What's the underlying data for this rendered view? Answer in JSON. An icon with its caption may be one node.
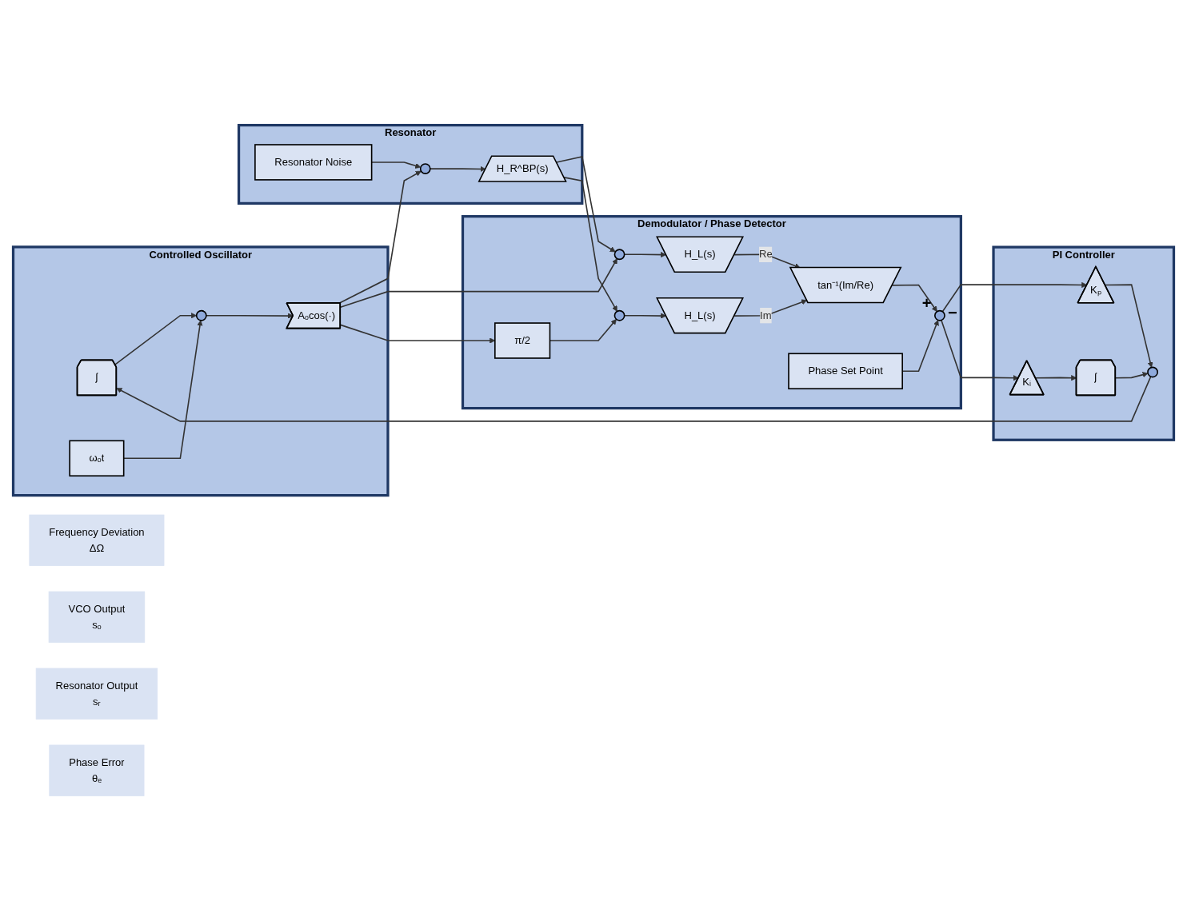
{
  "diagram": {
    "nodes": [
      {
        "text": [
          "Frequency Deviation",
          "ΔΩ"
        ]
      },
      {
        "text": [
          "Controlled Oscillator"
        ]
      },
      {
        "text": [
          "∫"
        ],
        "in": 1
      },
      {
        "text": [],
        "shape": "circle",
        "in": 1
      },
      {
        "text": [
          "Aₒcos(·)"
        ],
        "in": 1
      },
      {
        "text": [
          "ωₒt"
        ],
        "in": 1
      },
      {
        "text": [
          "VCO Output",
          "sₒ"
        ]
      },
      {
        "text": [
          "Resonator"
        ]
      },
      {
        "text": [],
        "shape": "circle",
        "in": 7
      },
      {
        "text": [
          "Resonator Noise"
        ],
        "in": 7
      },
      {
        "text": [
          "H_R^BP(s)"
        ],
        "in": 7
      },
      {
        "text": [
          "Resonator Output",
          "sᵣ"
        ]
      },
      {
        "text": [
          "Demodulator / Phase Detector"
        ]
      },
      {
        "text": [],
        "shape": "circle",
        "in": 12
      },
      {
        "text": [
          "π/2"
        ],
        "in": 12
      },
      {
        "text": [],
        "shape": "circle",
        "in": 12
      },
      {
        "text": [
          "H_L(s)"
        ],
        "in": 12
      },
      {
        "text": [
          "H_L(s)"
        ],
        "in": 12
      },
      {
        "text": [
          "tan⁻¹(Im/Re)"
        ],
        "in": 12
      },
      {
        "text": [],
        "shape": "circle",
        "in": 12,
        "beside": [
          "+",
          "−"
        ]
      },
      {
        "text": [
          "Phase Set Point"
        ],
        "in": 12
      },
      {
        "text": [
          "PI Controller"
        ]
      },
      {
        "text": [],
        "shape": "circle",
        "in": 21
      },
      {
        "text": [
          "Kₚ"
        ],
        "in": 21
      },
      {
        "text": [
          "∫"
        ],
        "in": 21
      },
      {
        "text": [
          "Kᵢ"
        ],
        "in": 21
      },
      {
        "text": [
          "Phase Error",
          "θₑ"
        ]
      }
    ],
    "edges": [
      {
        "from": 2,
        "to": 3,
        "arrow": "to"
      },
      {
        "from": 5,
        "to": 3,
        "arrow": "to"
      },
      {
        "from": 3,
        "to": 4,
        "arrow": "to"
      },
      {
        "from": 4,
        "to": 8,
        "arrow": "to"
      },
      {
        "from": 9,
        "to": 8,
        "arrow": "to"
      },
      {
        "from": 8,
        "to": 10,
        "arrow": "to"
      },
      {
        "from": 4,
        "to": 13,
        "arrow": "to"
      },
      {
        "from": 4,
        "to": 14,
        "arrow": "to"
      },
      {
        "from": 10,
        "to": 13,
        "arrow": "to"
      },
      {
        "from": 10,
        "to": 15,
        "arrow": "to"
      },
      {
        "from": 14,
        "to": 15,
        "arrow": "to"
      },
      {
        "from": 13,
        "to": 16,
        "arrow": "to"
      },
      {
        "from": 15,
        "to": 17,
        "arrow": "to"
      },
      {
        "from": 16,
        "to": 18,
        "label": "Re",
        "arrow": "to"
      },
      {
        "from": 17,
        "to": 18,
        "label": "Im",
        "arrow": "to"
      },
      {
        "from": 18,
        "to": 19,
        "arrow": "to"
      },
      {
        "from": 20,
        "to": 19,
        "arrow": "to"
      },
      {
        "from": 19,
        "to": 23,
        "arrow": "to"
      },
      {
        "from": 19,
        "to": 25,
        "arrow": "to"
      },
      {
        "from": 23,
        "to": 22,
        "arrow": "to"
      },
      {
        "from": 25,
        "to": 24,
        "arrow": "to"
      },
      {
        "from": 24,
        "to": 22,
        "arrow": "to"
      },
      {
        "from": 22,
        "to": 2,
        "arrow": "to"
      }
    ]
  }
}
